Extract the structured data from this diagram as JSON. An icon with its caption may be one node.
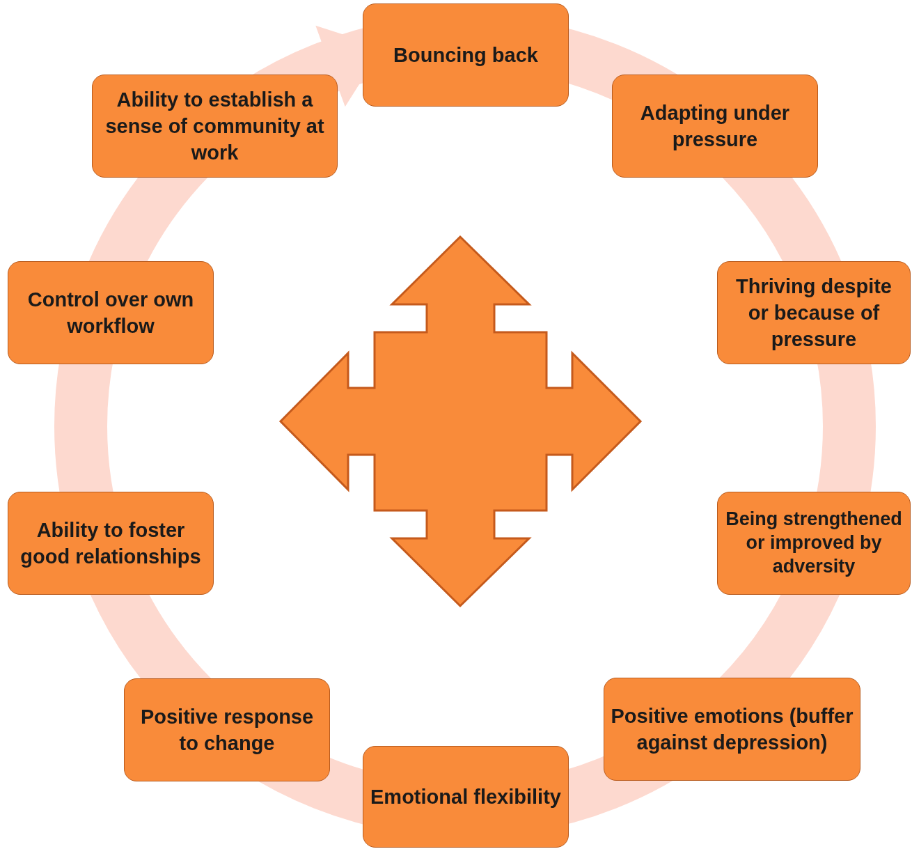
{
  "diagram": {
    "nodes": [
      {
        "text": [
          "Bouncing back"
        ]
      },
      {
        "text": [
          "Adapting under pressure"
        ]
      },
      {
        "text": [
          "Thriving despite or because of pressure"
        ]
      },
      {
        "text": [
          "Being strengthened or improved by adversity"
        ]
      },
      {
        "text": [
          "Positive emotions (buffer against depression)"
        ]
      },
      {
        "text": [
          "Emotional flexibility"
        ]
      },
      {
        "text": [
          "Positive response to change"
        ]
      },
      {
        "text": [
          "Ability to foster good relationships"
        ]
      },
      {
        "text": [
          "Control over own workflow"
        ]
      },
      {
        "text": [
          "Ability to establish a sense of community at work"
        ]
      }
    ]
  }
}
